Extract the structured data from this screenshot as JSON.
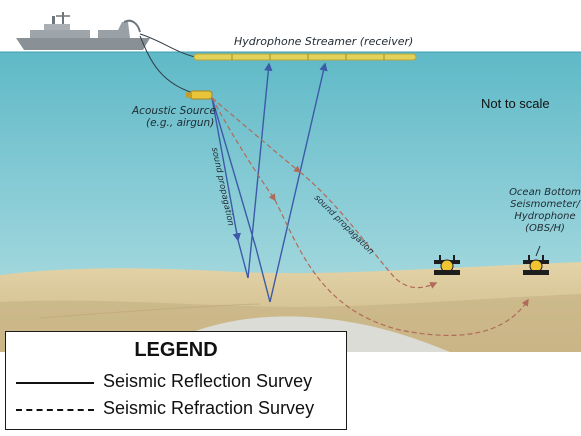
{
  "labels": {
    "streamer": "Hydrophone Streamer (receiver)",
    "source_line1": "Acoustic Source",
    "source_line2": "(e.g., airgun)",
    "not_to_scale": "Not to scale",
    "sound_propagation_1": "sound propagation",
    "sound_propagation_2": "sound propagation",
    "obs_line1": "Ocean Bottom",
    "obs_line2": "Seismometer/",
    "obs_line3": "Hydrophone",
    "obs_line4": "(OBS/H)"
  },
  "legend": {
    "title": "LEGEND",
    "items": [
      {
        "label": "Seismic Reflection Survey",
        "style": "solid"
      },
      {
        "label": "Seismic Refraction Survey",
        "style": "dashed"
      }
    ]
  },
  "colors": {
    "sky": "#ffffff",
    "sea_top": "#5cb8c6",
    "sea_bottom": "#a9dadf",
    "sediment": "#d9c79a",
    "reflection_ray": "#3d5aa8",
    "refraction_ray": "#b26a5a",
    "streamer": "#e3d25a",
    "source": "#e8c43a"
  }
}
